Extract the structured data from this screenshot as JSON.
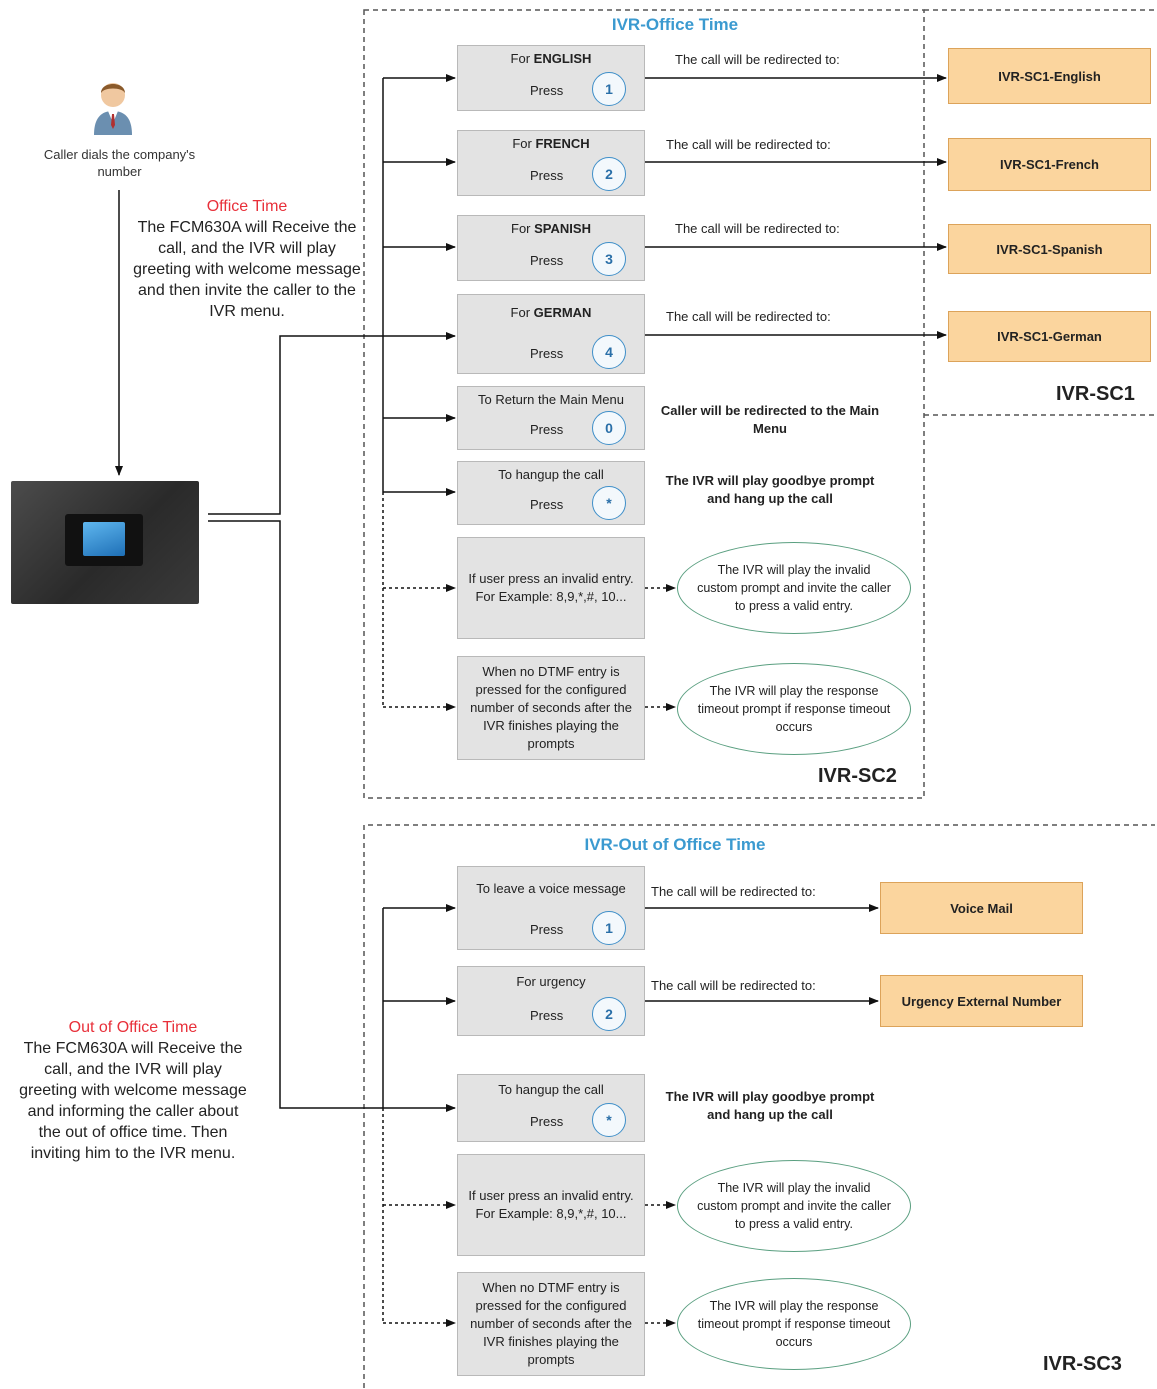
{
  "caller": {
    "icon": "user-icon",
    "caption": "Caller dials the company's number"
  },
  "device": {
    "icon": "ip-pbx-device-icon"
  },
  "office_note": {
    "heading": "Office Time",
    "text": "The FCM630A will Receive the call, and the IVR will play greeting with welcome message and then invite the caller to the IVR menu."
  },
  "out_office_note": {
    "heading": "Out of Office Time",
    "text": "The FCM630A will Receive the call, and the IVR will play greeting with welcome message and informing the caller about the out of office time. Then inviting him to the IVR menu."
  },
  "office_zone": {
    "title": "IVR-Office Time",
    "tag": "IVR-SC2",
    "sc1_tag": "IVR-SC1"
  },
  "out_zone": {
    "title": "IVR-Out of Office Time",
    "tag": "IVR-SC3"
  },
  "redirect_text": "The call will be redirected to:",
  "press_text": "Press",
  "office_options": [
    {
      "prefix": "For ",
      "label": "ENGLISH",
      "key": "1",
      "dest": "IVR-SC1-English"
    },
    {
      "prefix": "For ",
      "label": "FRENCH",
      "key": "2",
      "dest": "IVR-SC1-French"
    },
    {
      "prefix": "For ",
      "label": "SPANISH",
      "key": "3",
      "dest": "IVR-SC1-Spanish"
    },
    {
      "prefix": "For ",
      "label": "GERMAN",
      "key": "4",
      "dest": "IVR-SC1-German"
    },
    {
      "prefix": "",
      "label": "To Return the Main Menu",
      "key": "0",
      "result": "Caller will be redirected to the Main Menu"
    },
    {
      "prefix": "",
      "label": "To hangup the call",
      "key": "*",
      "result": "The IVR will play goodbye prompt and hang up the call"
    }
  ],
  "office_invalid": {
    "box": "If user press an invalid entry. For Example: 8,9,*,#, 10...",
    "result": "The IVR will play the invalid custom prompt and invite the caller to press a valid entry."
  },
  "office_timeout": {
    "box": "When no DTMF entry is pressed for the configured number of seconds after the IVR finishes playing the prompts",
    "result": "The IVR will play the response timeout prompt if response timeout occurs"
  },
  "out_options": [
    {
      "label": "To leave a voice message",
      "key": "1",
      "dest": "Voice Mail"
    },
    {
      "label": "For urgency",
      "key": "2",
      "dest": "Urgency External Number"
    },
    {
      "label": "To hangup the call",
      "key": "*",
      "result": "The IVR will play goodbye prompt and hang up the call"
    }
  ],
  "out_invalid": {
    "box": "If user press an invalid entry. For Example: 8,9,*,#, 10...",
    "result": "The IVR will play the invalid custom prompt and invite the caller to press a valid entry."
  },
  "out_timeout": {
    "box": "When no DTMF entry is pressed for the configured number of seconds after the IVR finishes playing the prompts",
    "result": "The IVR will play the response timeout prompt if response timeout occurs"
  },
  "colors": {
    "option_box": "#e3e3e3",
    "destination_box": "#fbd59e",
    "zone_title": "#3b9ad0",
    "note_heading": "#e8303a",
    "key_circle": "#3f8fc9",
    "bubble_border": "#5a9f80"
  }
}
